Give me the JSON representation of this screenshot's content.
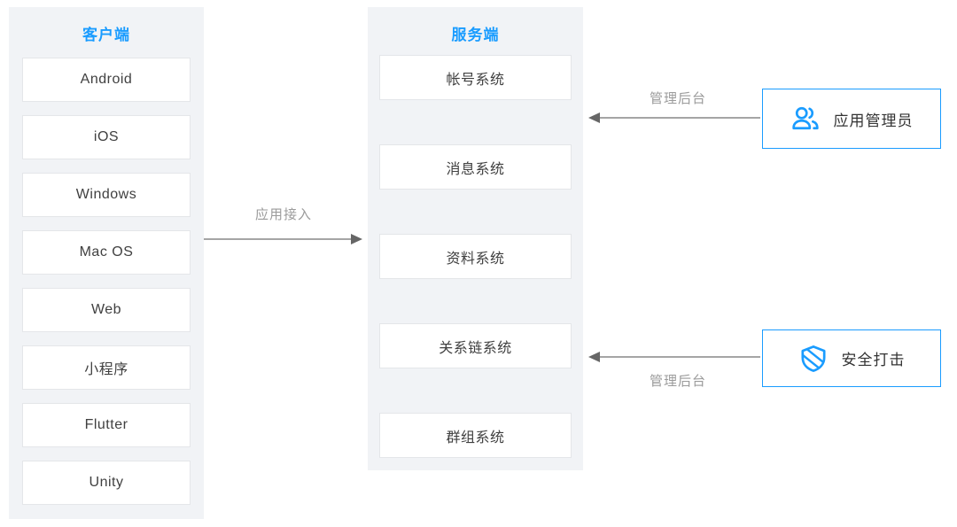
{
  "client_panel": {
    "title": "客户端",
    "items": [
      "Android",
      "iOS",
      "Windows",
      "Mac OS",
      "Web",
      "小程序",
      "Flutter",
      "Unity"
    ]
  },
  "server_panel": {
    "title": "服务端",
    "items": [
      "帐号系统",
      "消息系统",
      "资料系统",
      "关系链系统",
      "群组系统"
    ]
  },
  "arrows": {
    "app_access": {
      "label": "应用接入",
      "direction": "client-to-server"
    },
    "admin_backend": {
      "label": "管理后台",
      "direction": "admin-to-server"
    },
    "security_backend": {
      "label": "管理后台",
      "direction": "security-to-server"
    }
  },
  "right_nodes": [
    {
      "label": "应用管理员",
      "icon": "users-icon"
    },
    {
      "label": "安全打击",
      "icon": "shield-icon"
    }
  ],
  "colors": {
    "accent": "#1a9cff",
    "panel_bg": "#f1f3f6",
    "box_border": "#e4e6e9",
    "box_text": "#404040",
    "muted_text": "#9b9b9b",
    "arrow_line": "#878787"
  }
}
